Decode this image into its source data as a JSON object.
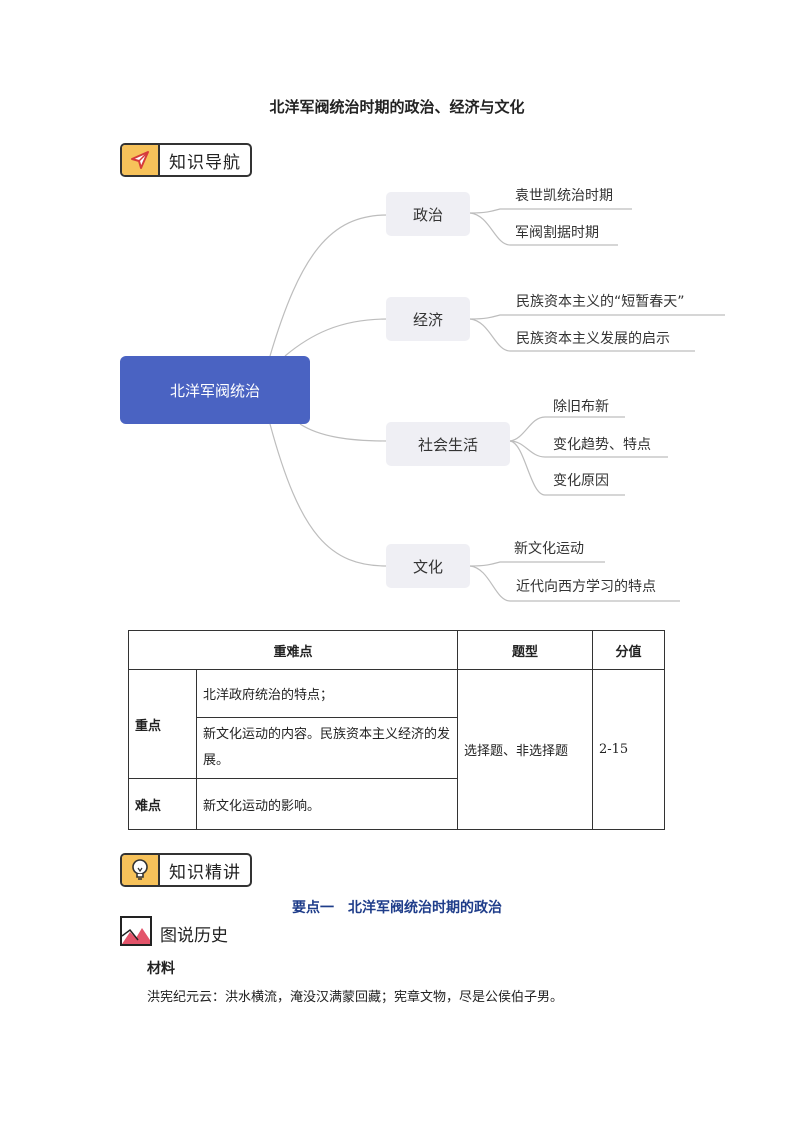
{
  "document": {
    "title": "北洋军阀统治时期的政治、经济与文化"
  },
  "section_nav": {
    "label": "知识导航",
    "icon": "paper-plane-icon"
  },
  "mindmap": {
    "root": "北洋军阀统治",
    "branches": [
      {
        "label": "政治",
        "leaves": [
          "袁世凯统治时期",
          "军阀割据时期"
        ]
      },
      {
        "label": "经济",
        "leaves": [
          "民族资本主义的“短暂春天”",
          "民族资本主义发展的启示"
        ]
      },
      {
        "label": "社会生活",
        "leaves": [
          "除旧布新",
          "变化趋势、特点",
          "变化原因"
        ]
      },
      {
        "label": "文化",
        "leaves": [
          "新文化运动",
          "近代向西方学习的特点"
        ]
      }
    ]
  },
  "key_points_table": {
    "headers": [
      "重难点",
      "题型",
      "分值"
    ],
    "rows": [
      {
        "category": "重点",
        "items": [
          "北洋政府统治的特点；",
          "新文化运动的内容。民族资本主义经济的发展。"
        ]
      },
      {
        "category": "难点",
        "items": [
          "新文化运动的影响。"
        ]
      }
    ],
    "question_type": "选择题、非选择题",
    "score": "2-15"
  },
  "section_detail": {
    "label": "知识精讲",
    "icon": "lightbulb-icon"
  },
  "key_point_title": "要点一　北洋军阀统治时期的政治",
  "picture_history": {
    "label": "图说历史",
    "icon": "picture-icon"
  },
  "material": {
    "title": "材料",
    "text": "洪宪纪元云：洪水横流，淹没汉满蒙回藏；宪章文物，尽是公侯伯子男。"
  },
  "colors": {
    "root": "#4a63c2",
    "badge_icon_bg": "#f7c25a",
    "branch_bg": "#efeff4",
    "accent_text": "#1f3d8a"
  }
}
